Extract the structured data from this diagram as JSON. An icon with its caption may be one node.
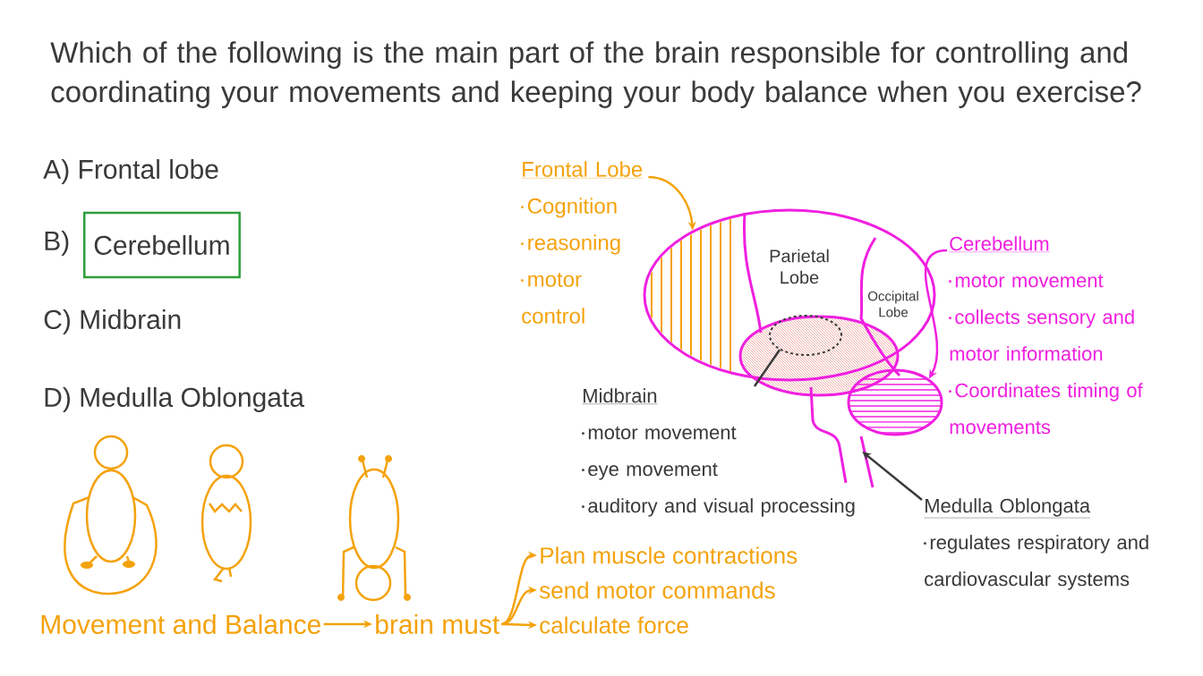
{
  "diagram": {
    "title": "Which of the following is the main part of the brain responsible for controlling and coordinating your movements and keeping your body balance when you exercise?",
    "nodes": [
      {
        "text": [
          "Cerebellum"
        ],
        "beside": [
          "B)"
        ]
      },
      {
        "text": [
          "Frontal Lobe",
          "Cognition",
          "reasoning",
          "motor control"
        ]
      },
      {
        "text": [],
        "shape": "ellipse"
      },
      {
        "text": [
          "Parietal Lobe"
        ]
      },
      {
        "text": [
          "Occipital Lobe"
        ]
      },
      {
        "text": [],
        "shape": "ellipse"
      },
      {
        "text": [],
        "shape": "ellipse"
      },
      {
        "text": [],
        "shape": "tube"
      },
      {
        "text": [
          "Midbrain",
          "motor movement",
          "eye movement",
          "auditory and visual processing"
        ]
      },
      {
        "text": [
          "Cerebellum",
          "motor movement",
          "collects sensory and motor information",
          "Coordinates timing of movements"
        ]
      },
      {
        "text": [
          "Medulla Oblongata",
          "regulates respiratory and cardiovascular systems"
        ]
      },
      {
        "text": [
          "Movement and Balance"
        ]
      },
      {
        "text": [
          "brain must"
        ]
      },
      {
        "text": [
          "Plan muscle contractions"
        ]
      },
      {
        "text": [
          "send motor commands"
        ]
      },
      {
        "text": [
          "calculate force"
        ]
      }
    ],
    "edges": [
      {
        "from": 1,
        "to": 2,
        "arrow": "to"
      },
      {
        "from": 8,
        "to": 5,
        "arrow": "none",
        "color": "#3a3a3a"
      },
      {
        "from": 9,
        "to": 6,
        "arrow": "to",
        "color": "#f01fe0"
      },
      {
        "from": 10,
        "to": 7,
        "arrow": "to",
        "color": "#3a3a3a"
      },
      {
        "from": 11,
        "to": 12,
        "arrow": "to"
      },
      {
        "from": 12,
        "to": 13,
        "arrow": "to"
      },
      {
        "from": 12,
        "to": 14,
        "arrow": "to"
      },
      {
        "from": 12,
        "to": 15,
        "arrow": "to"
      }
    ],
    "labels": [
      "A) Frontal lobe",
      "C) Midbrain",
      "D) Medulla Oblongata"
    ]
  }
}
